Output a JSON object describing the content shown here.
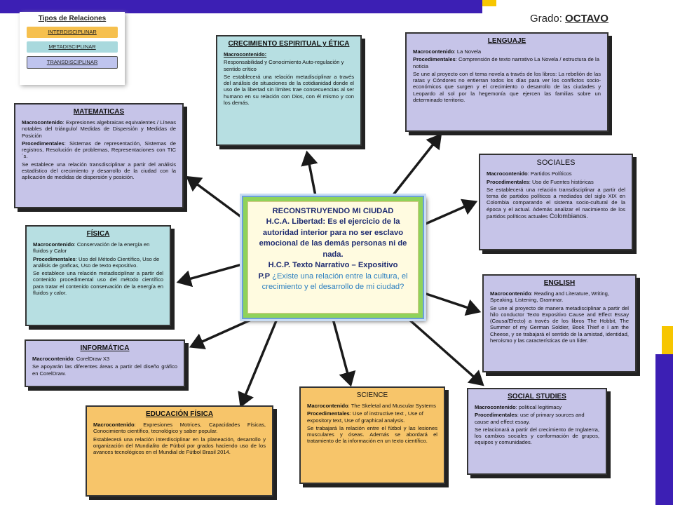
{
  "header": {
    "grado_label": "Grado: ",
    "grado_value": "OCTAVO"
  },
  "legend": {
    "title": "Tipos de Relaciones",
    "items": [
      "INTERDISCIPLINAR",
      "METADISCIPLINAR",
      "TRANSDISCIPLINAR"
    ]
  },
  "center": {
    "line1": "RECONSTRUYENDO MI CIUDAD",
    "line2": "H.C.A. Libertad: Es el ejercicio de la autoridad interior para no ser esclavo emocional de las demás personas ni de nada.",
    "line3": "H.C.P. Texto Narrativo – Expositivo",
    "pp_label": "P.P",
    "pp_question": " ¿Existe una relación entre la cultura, el crecimiento y el desarrollo de mi ciudad?"
  },
  "boxes": {
    "crecimiento": {
      "title": "CRECIMIENTO ESPIRITUAL y ÉTICA",
      "macro_label": "Macrocontenido:",
      "macro": "Responsabilidad y Conocimiento Auto-regulación y sentido crítico",
      "relation": "Se establecerá una relación metadisciplinar a través del análisis de situaciones de la cotidianidad donde el uso de la libertad sin límites trae consecuencias al ser humano en su relación con Dios, con él mismo y con los demás."
    },
    "lenguaje": {
      "title": "LENGUAJE",
      "macro_label": "Macrocontenido",
      "macro": ": La Novela",
      "proc_label": "Procedimentales",
      "proc": ": Comprensión de texto narrativo La Novela / estructura de la noticia",
      "relation": "Se une al proyecto con el tema novela a través de los libros: La rebelión de las ratas y Cóndores no entierran todos los días para ver los conflictos socio-económicos que surgen y el crecimiento o desarrollo de las ciudades y Leopardo al sol por la hegemonía que ejercen las familias sobre un determinado territorio."
    },
    "matematicas": {
      "title": "MATEMATICAS",
      "macro_label": "Macrocontenido",
      "macro": ": Expresiones algebraicas equivalentes / Líneas notables del triángulo/ Medidas de Dispersión y Medidas de Posición",
      "proc_label": "Procedimentales",
      "proc": ": Sistemas de representación, Sistemas de registros, Resolución de problemas, Representaciones con TIC´s.",
      "relation": "Se establece una relación transdisciplinar a partir del análisis estadístico del crecimiento y desarrollo de la ciudad con la aplicación de medidas de dispersión y posición."
    },
    "sociales": {
      "title": "SOCIALES",
      "macro_label": "Macrocontenido",
      "macro": ": Partidos Políticos",
      "proc_label": "Procedimentales",
      "proc": ": Uso de Fuentes históricas",
      "relation": "Se establecerá una relación transdisciplinar a partir del tema de partidos políticos a mediados del siglo XIX en Colombia comparando el sistema socio-cultural de la época y el actual. Además analizar el nacimiento de los partidos políticos actuales",
      "relation_end": " Colombianos."
    },
    "fisica": {
      "title": "FÍSICA",
      "macro_label": "Macrocontenido",
      "macro": ": Conservación de la energía en fluidos y Calor",
      "proc_label": "Procedimentales",
      "proc": ": Uso del Método Científico, Uso de análisis de graficas, Uso de texto expositivo.",
      "relation": "Se establece una relación metadisciplinar a partir del contenido procedimental uso del método científico para tratar el contenido conservación de la energía en fluidos y calor."
    },
    "english": {
      "title": "ENGLISH",
      "macro_label": "Macrocontenido",
      "macro": ": Reading and Literature, Writing, Speaking, Listening, Grammar.",
      "relation": "Se une al proyecto de manera metadisciplinar a partir del hilo conductor Texto Expositivo Cause and Effect Essay (Causa/Efecto) a través de los libros The Hobbit, The Summer of my German Soldier, Book Thief e I am the Cheese, y se trabajará el sentido de la amistad, identidad, heroísmo y las características de un líder."
    },
    "informatica": {
      "title": "INFORMÁTICA",
      "macro_label": "Macrocontenido",
      "macro": ": CorelDraw X3",
      "relation": "Se apoyarán las diferentes áreas a partir del diseño gráfico en CorelDraw."
    },
    "educacion": {
      "title": "EDUCACIÓN FÍSICA",
      "macro_label": "Macrocontenido",
      "macro": ": Expresiones Motrices, Capacidades Físicas, Conocimiento científico, tecnológico y saber popular.",
      "relation": "Establecerá una relación interdisciplinar en la planeación, desarrollo y organización del Mundialito de Fútbol por grados haciendo uso de los avances tecnológicos en el Mundial de Fútbol Brasil 2014."
    },
    "science": {
      "title": "SCIENCE",
      "macro_label": "Macrocontenido",
      "macro": ": The Skeletal and Muscular Systems",
      "proc_label": "Procedimentales",
      "proc": ": Use of instructive text , Use of expository text, Use of graphical analysis.",
      "relation": "Se trabajará la relación entre el fútbol y las lesiones musculares y óseas. Además se abordará el tratamiento de la información en un texto científico."
    },
    "social_studies": {
      "title": "SOCIAL STUDIES",
      "macro_label": "Macrocontenido",
      "macro": ": political legitimacy",
      "proc_label": "Procedimentales",
      "proc": ": use of primary sources and cause and effect essay.",
      "relation": "Se relacionará a partir del crecimiento de Inglaterra, los cambios sociales y conformación de grupos, equipos y comunidades."
    }
  },
  "colors": {
    "accent_blue": "#3c1fb4",
    "accent_yellow": "#f7c600",
    "purple_box": "#c6c4e8",
    "teal_box": "#b7dfe2",
    "orange_box": "#f7c56a",
    "center_green": "#8fd35a",
    "arrow": "#1a1a1a"
  }
}
